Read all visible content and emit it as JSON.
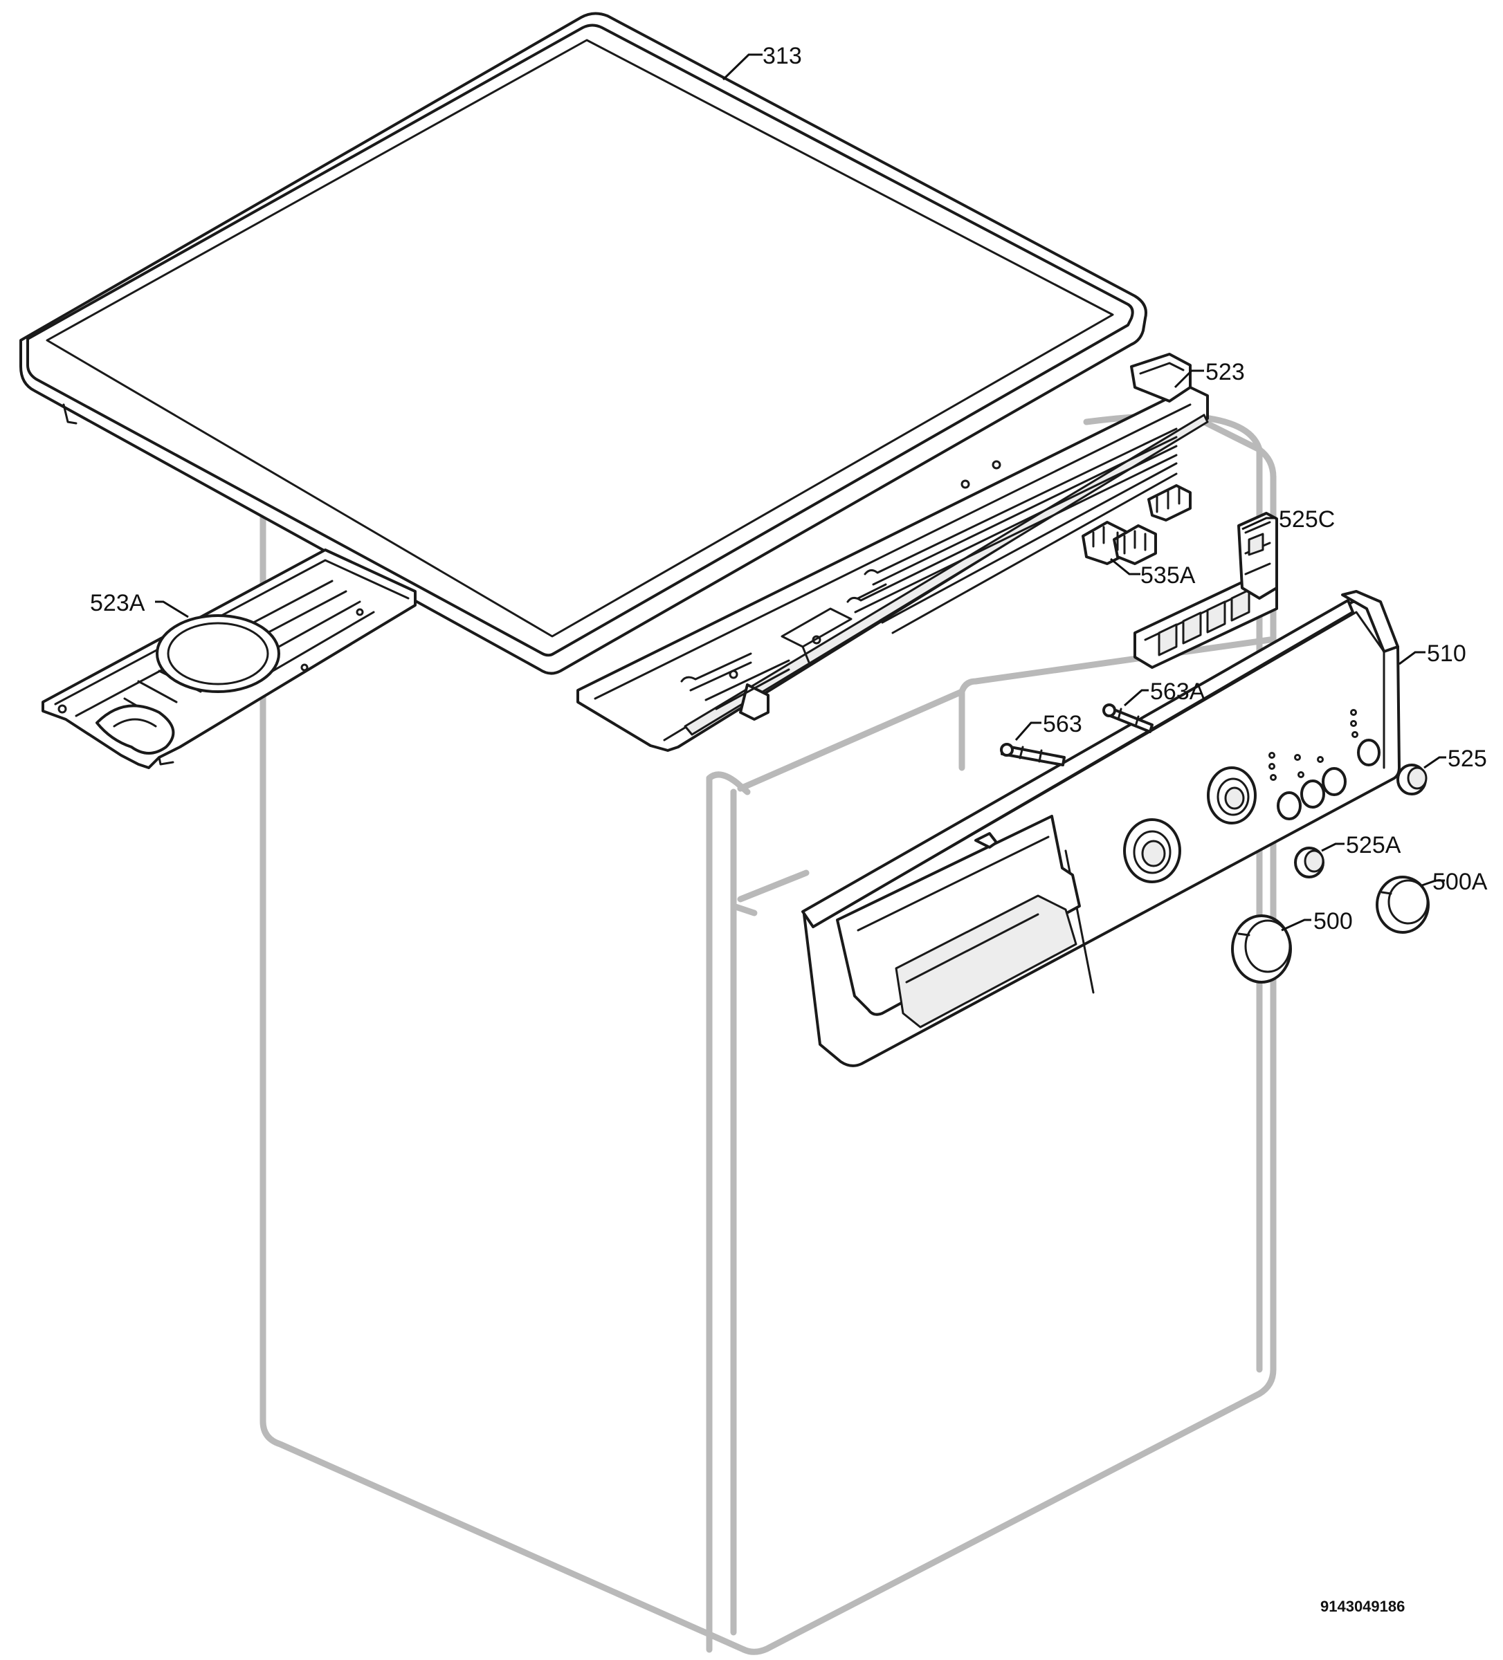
{
  "callouts": {
    "c313": "313",
    "c523": "523",
    "c523A": "523A",
    "c525C": "525C",
    "c535A": "535A",
    "c510": "510",
    "c563A": "563A",
    "c563": "563",
    "c525": "525",
    "c525A": "525A",
    "c500A": "500A",
    "c500": "500"
  },
  "document_code": "9143049186"
}
